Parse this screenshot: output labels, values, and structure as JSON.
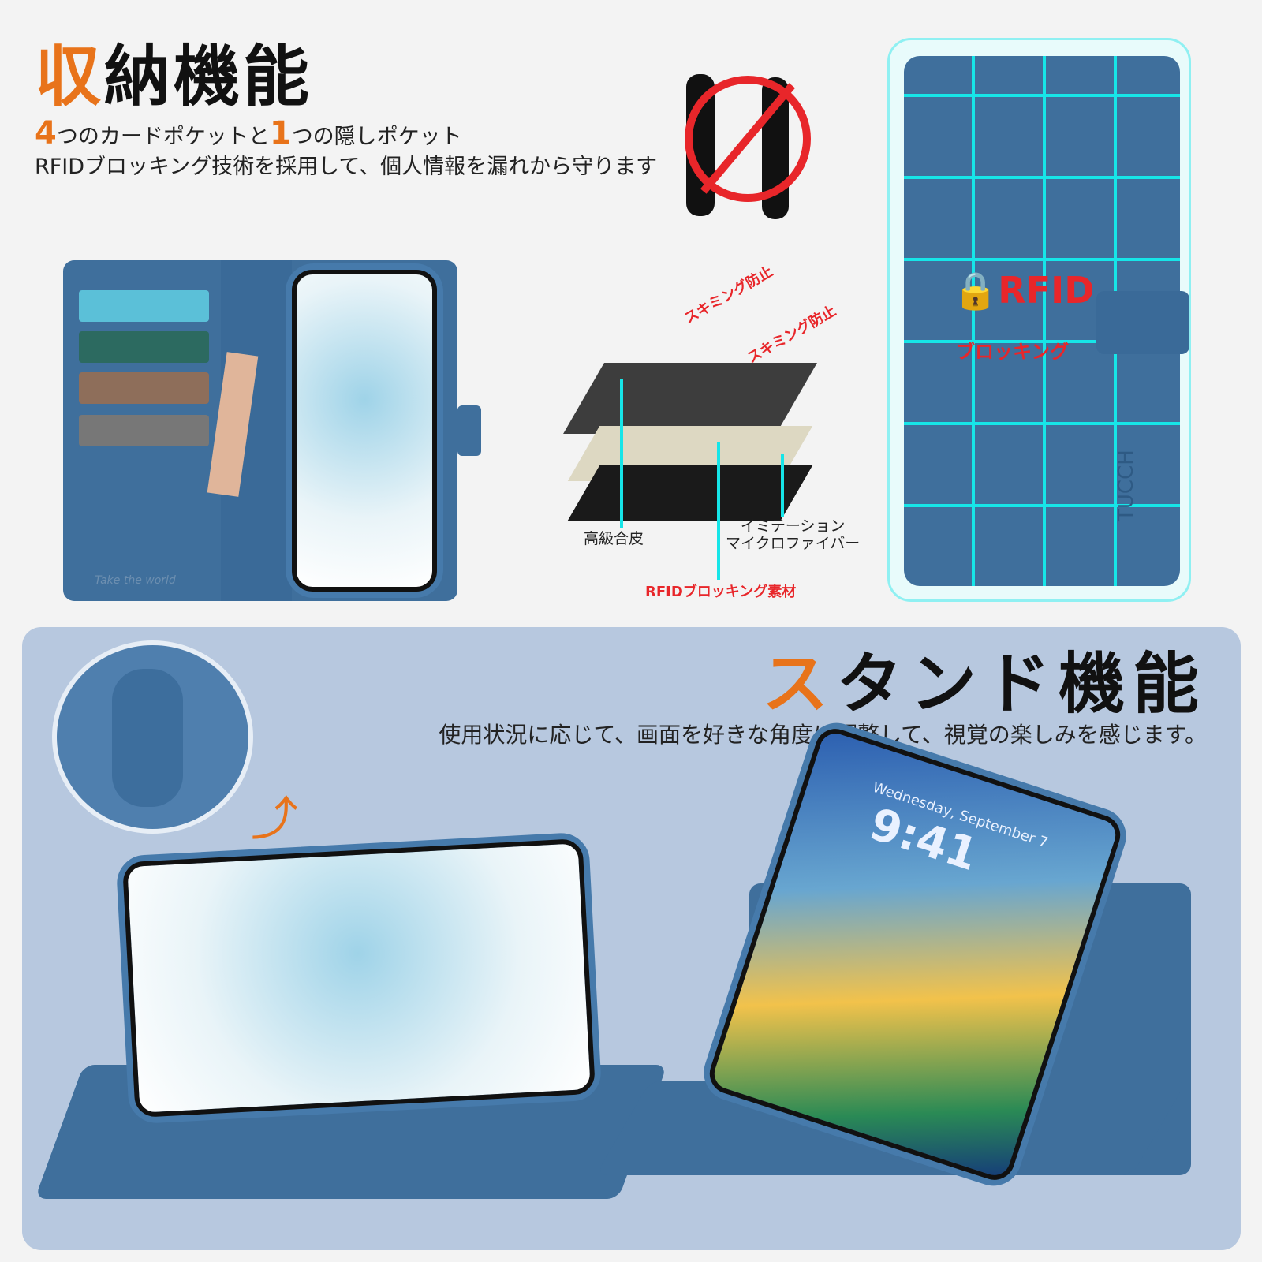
{
  "storage": {
    "title_accent": "収",
    "title_rest": "納機能",
    "line1_num1": "4",
    "line1_part1": "つのカードポケットと",
    "line1_num2": "1",
    "line1_part2": "つの隠しポケット",
    "line2": "RFIDブロッキング技術を採用して、個人情報を漏れから守ります"
  },
  "layers": {
    "skimming1": "スキミング防止",
    "skimming2": "スキミング防止",
    "leather": "高級合皮",
    "microfiber_1": "イミテーション",
    "microfiber_2": "マイクロファイバー",
    "rfid_material": "RFIDブロッキング素材"
  },
  "rfid_badge": {
    "text": "RFID",
    "sub": "ブロッキング"
  },
  "case_brand": "TUCCH",
  "case_script": "Take the world",
  "stand": {
    "title_accent": "ス",
    "title_rest": "タンド機能",
    "desc": "使用状況に応じて、画面を好きな角度に調整して、視覚の楽しみを感じます。"
  },
  "lockscreen": {
    "date": "Wednesday, September 7",
    "time": "9:41"
  },
  "colors": {
    "accent": "#e8731a",
    "case_blue": "#3f6f9c",
    "rfid_red": "#e8262a",
    "grid_cyan": "#16e5e8",
    "panel": "#b7c8df"
  }
}
